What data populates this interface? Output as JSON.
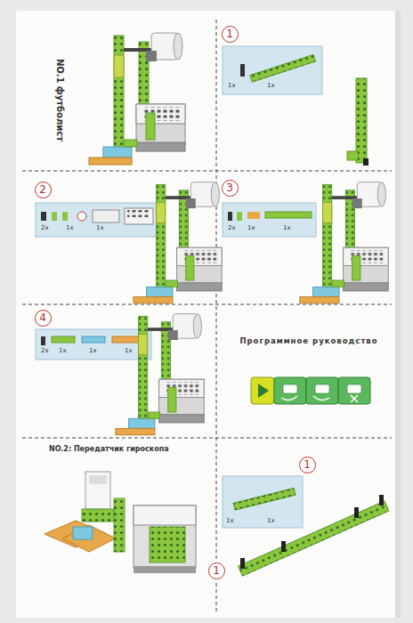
{
  "diagram": {
    "nodes": [
      {
        "text": [
          "1"
        ]
      },
      {
        "text": [
          "2"
        ]
      },
      {
        "text": [
          "3"
        ]
      },
      {
        "text": [
          "4"
        ]
      },
      {
        "text": [
          "1"
        ]
      },
      {
        "text": [
          "1"
        ]
      }
    ],
    "labels": [
      "NO.1 футболист",
      "1x",
      "1x",
      "2x",
      "1x",
      "1x",
      "2x",
      "1x",
      "1x",
      "2x",
      "1x",
      "1x",
      "1x",
      "Программное руководство",
      "NO.2: Передатчик гироскопа",
      "1x",
      "1x"
    ]
  }
}
